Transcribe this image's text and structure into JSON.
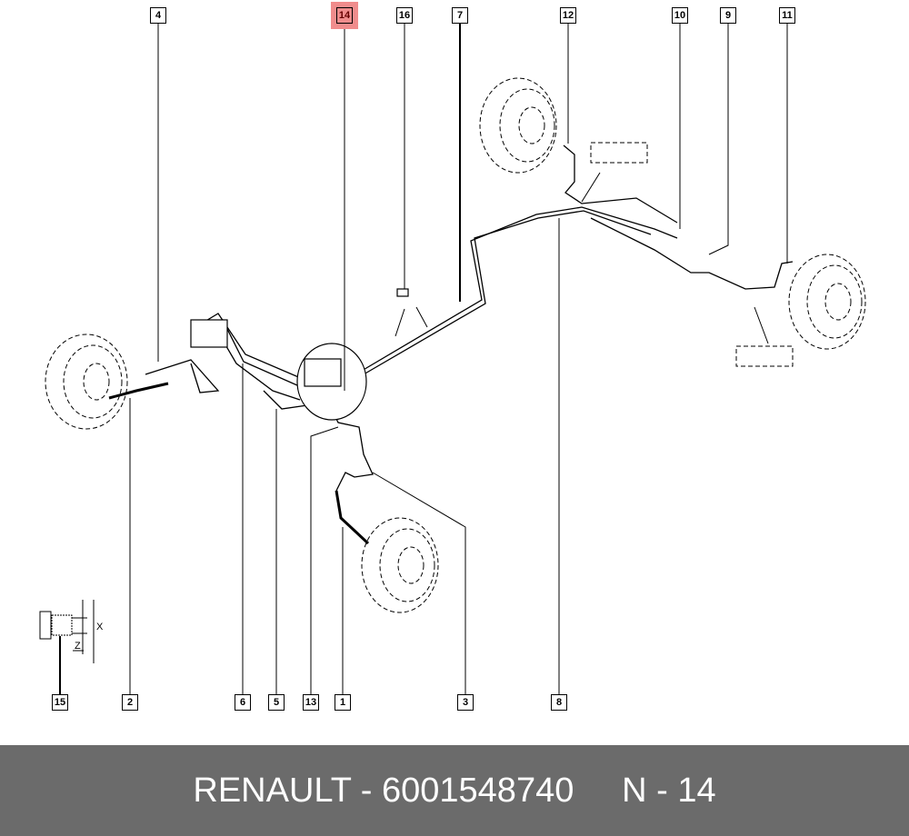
{
  "callouts": {
    "c1": "1",
    "c2": "2",
    "c3": "3",
    "c4": "4",
    "c5": "5",
    "c6": "6",
    "c7": "7",
    "c8": "8",
    "c9": "9",
    "c10": "10",
    "c11": "11",
    "c12": "12",
    "c13": "13",
    "c14": "14",
    "c15": "15",
    "c16": "16"
  },
  "highlighted_callout": "14",
  "dimension_labels": {
    "x": "X",
    "z": "Z"
  },
  "footer": {
    "brand": "RENAULT",
    "part_number": "6001548740",
    "ref": "N - 14",
    "text": "RENAULT - 6001548740     N - 14"
  },
  "colors": {
    "highlight": "#f08c8c",
    "footer_bg": "#6b6b6b"
  }
}
